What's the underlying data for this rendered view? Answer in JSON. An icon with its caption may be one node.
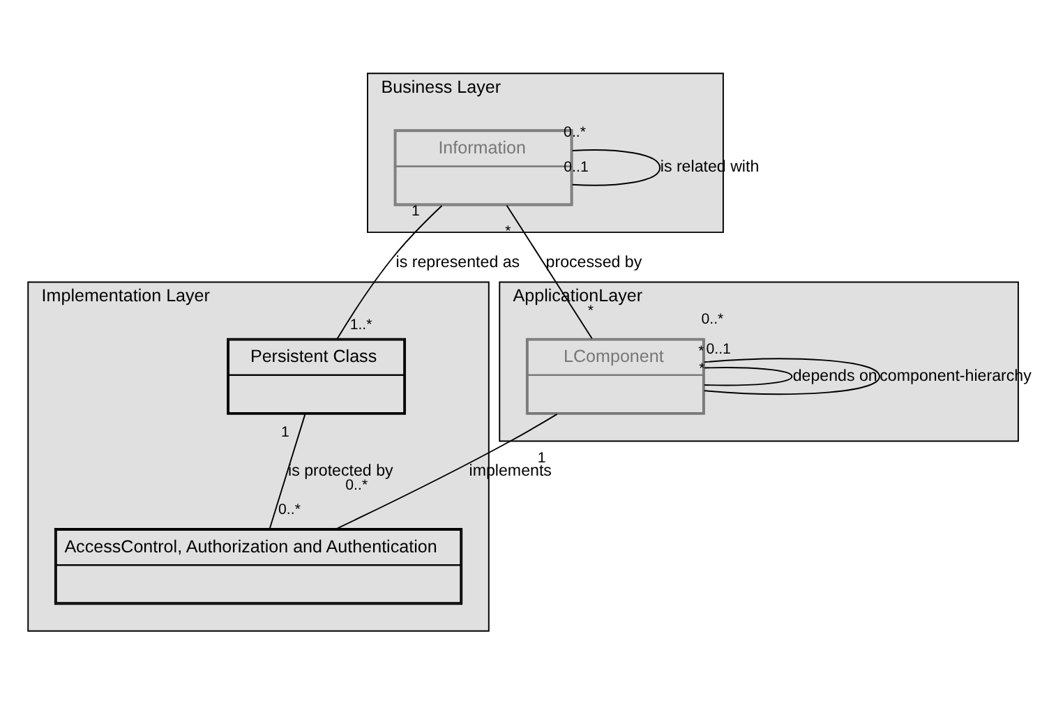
{
  "diagram": {
    "nodes": [
      {
        "text": [
          "Business Layer"
        ]
      },
      {
        "text": [
          "Information"
        ],
        "in": 0
      },
      {
        "text": [
          "ApplicationLayer"
        ]
      },
      {
        "text": [
          "LComponent"
        ],
        "in": 2
      },
      {
        "text": [
          "Implementation Layer"
        ]
      },
      {
        "text": [
          "Persistent Class"
        ],
        "in": 4
      },
      {
        "text": [
          "AccessControl, Authorization and Authentication"
        ],
        "in": 4
      }
    ],
    "edges": [
      {
        "from": 1,
        "to": 1,
        "arrow": "none",
        "label": "is related with"
      },
      {
        "from": 1,
        "to": 5,
        "arrow": "none",
        "label": "is represented as"
      },
      {
        "from": 1,
        "to": 3,
        "arrow": "none",
        "label": "processed by"
      },
      {
        "from": 3,
        "to": 3,
        "arrow": "none",
        "label": "depends on"
      },
      {
        "from": 3,
        "to": 3,
        "arrow": "none",
        "label": "component-hierarchy"
      },
      {
        "from": 5,
        "to": 6,
        "arrow": "none",
        "label": "is protected by"
      },
      {
        "from": 3,
        "to": 6,
        "arrow": "none",
        "label": "implements"
      }
    ],
    "labels": [
      "0..*",
      "0..1",
      "1",
      "1..*",
      "*",
      "*",
      "*",
      "*",
      "0..*",
      "0..1",
      "1",
      "0..*",
      "1",
      "0..*"
    ]
  }
}
